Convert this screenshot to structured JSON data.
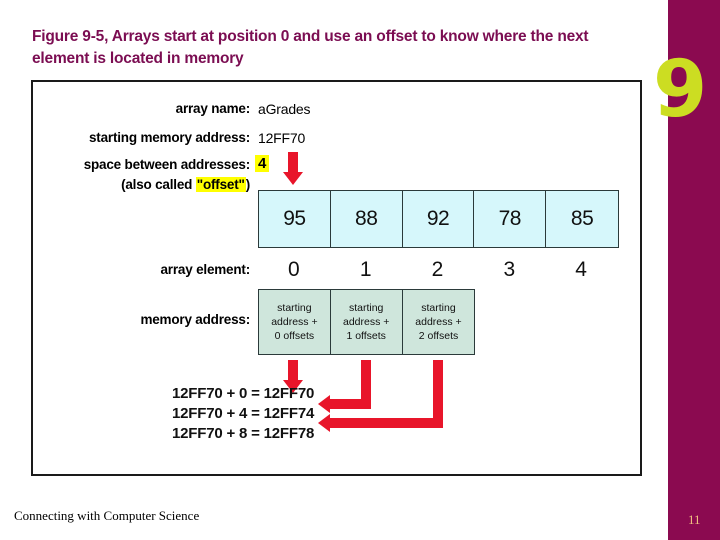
{
  "slide": {
    "figure_caption": "Figure 9-5, Arrays start at position 0 and use an offset to know where the next element is located in memory",
    "chapter_number": "9",
    "page_number": "11",
    "footer_text": "Connecting with Computer Science"
  },
  "colors": {
    "sidebar": "#8b0a50",
    "chapter_number": "#ccdd22",
    "page_number": "#f0c080",
    "caption_text": "#7b0d52",
    "array_cell_fill": "#d6f7fb",
    "memory_cell_fill": "#cfe6dc",
    "arrow_red": "#e8152a",
    "highlight_yellow": "#ffff00",
    "cell_border": "#2b3a3a",
    "frame_border": "#1a1a1a"
  },
  "figure": {
    "labels": {
      "array_name": "array name:",
      "starting_memory_address": "starting memory address:",
      "space_between_addresses": "space between addresses:",
      "also_called_offset_prefix": "(also called ",
      "also_called_offset_highlight": "\"offset\"",
      "also_called_offset_suffix": ")",
      "array_element": "array element:",
      "memory_address": "memory address:"
    },
    "values": {
      "array_name": "aGrades",
      "starting_memory_address": "12FF70",
      "space_between_addresses": "4"
    },
    "array_values": [
      "95",
      "88",
      "92",
      "78",
      "85"
    ],
    "array_indices": [
      "0",
      "1",
      "2",
      "3",
      "4"
    ],
    "memory_cells": [
      {
        "line1": "starting",
        "line2": "address +",
        "line3": "0 offsets"
      },
      {
        "line1": "starting",
        "line2": "address +",
        "line3": "1 offsets"
      },
      {
        "line1": "starting",
        "line2": "address +",
        "line3": "2 offsets"
      }
    ],
    "calculations": [
      "12FF70 + 0 = 12FF70",
      "12FF70 + 4 = 12FF74",
      "12FF70 + 8 = 12FF78"
    ]
  }
}
